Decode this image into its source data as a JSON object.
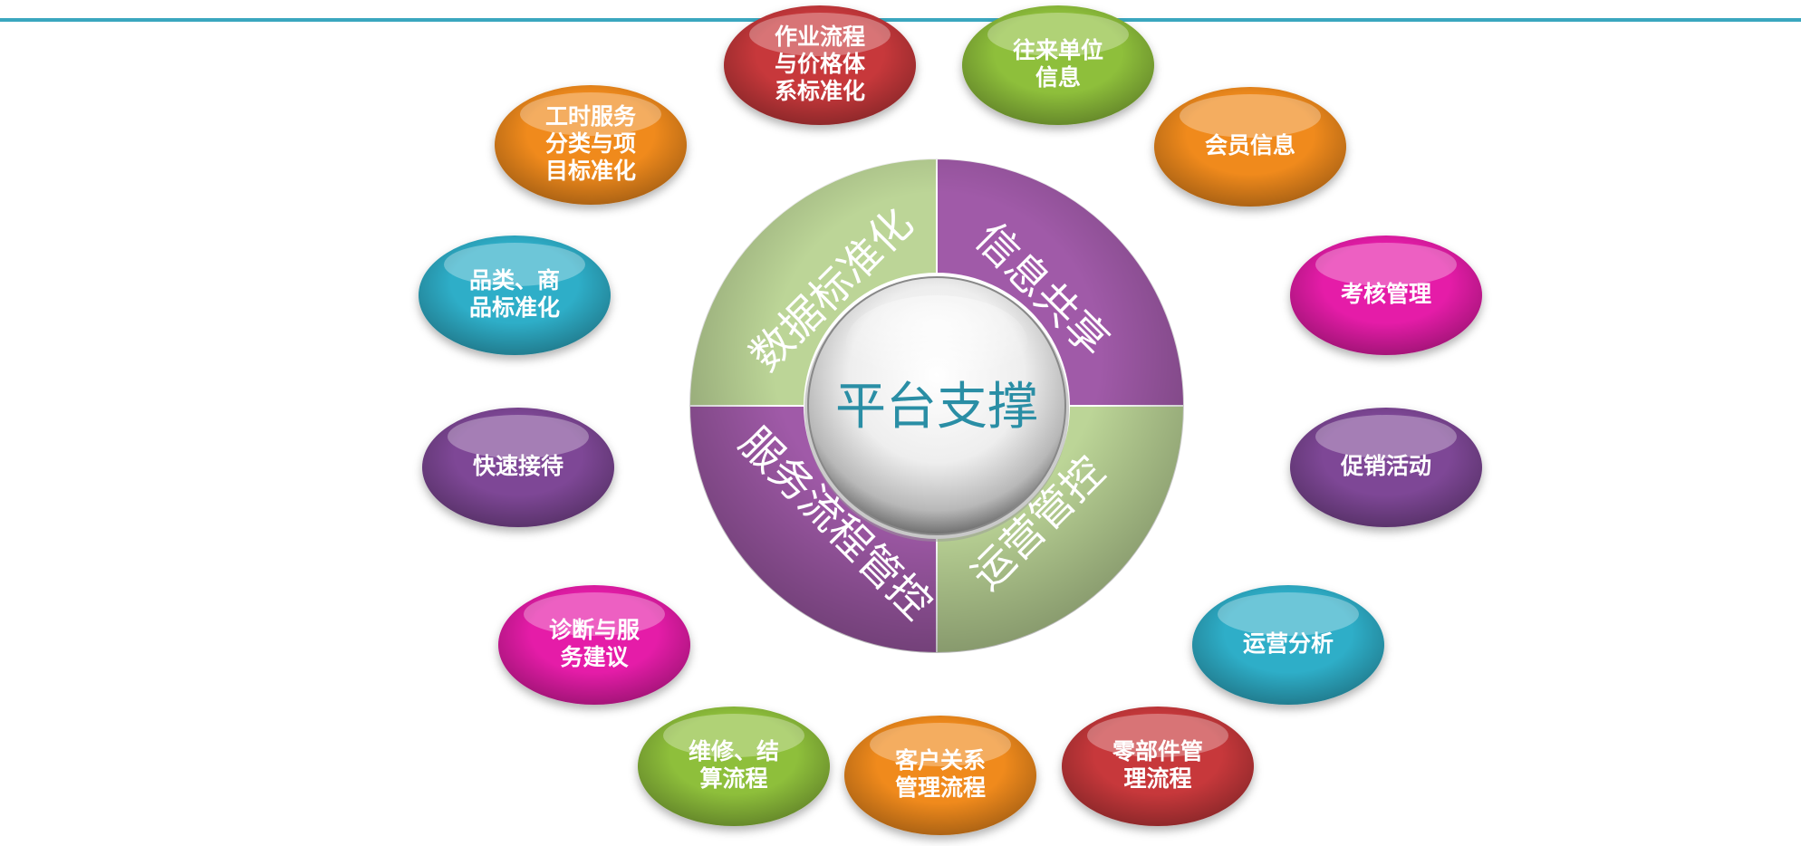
{
  "center": {
    "label": "平台支撑"
  },
  "ring": [
    {
      "label": "数据标准化",
      "color": "#bcd597"
    },
    {
      "label": "信息共享",
      "color": "#a05aa8"
    },
    {
      "label": "运营管控",
      "color": "#bcd597"
    },
    {
      "label": "服务流程管控",
      "color": "#a05aa8"
    }
  ],
  "bubbles": [
    {
      "lines": [
        "作业流程",
        "与价格体",
        "系标准化"
      ],
      "color": "#c7393b"
    },
    {
      "lines": [
        "往来单位",
        "信息"
      ],
      "color": "#8ebf3a"
    },
    {
      "lines": [
        "会员信息"
      ],
      "color": "#f08a1e"
    },
    {
      "lines": [
        "考核管理"
      ],
      "color": "#e51ea8"
    },
    {
      "lines": [
        "促销活动"
      ],
      "color": "#7e4796"
    },
    {
      "lines": [
        "运营分析"
      ],
      "color": "#2eaec8"
    },
    {
      "lines": [
        "零部件管",
        "理流程"
      ],
      "color": "#c7393b"
    },
    {
      "lines": [
        "客户关系",
        "管理流程"
      ],
      "color": "#f08a1e"
    },
    {
      "lines": [
        "维修、结",
        "算流程"
      ],
      "color": "#8ebf3a"
    },
    {
      "lines": [
        "诊断与服",
        "务建议"
      ],
      "color": "#e51ea8"
    },
    {
      "lines": [
        "快速接待"
      ],
      "color": "#7e4796"
    },
    {
      "lines": [
        "品类、商",
        "品标准化"
      ],
      "color": "#2eaec8"
    },
    {
      "lines": [
        "工时服务",
        "分类与项",
        "目标准化"
      ],
      "color": "#f08a1e"
    }
  ]
}
